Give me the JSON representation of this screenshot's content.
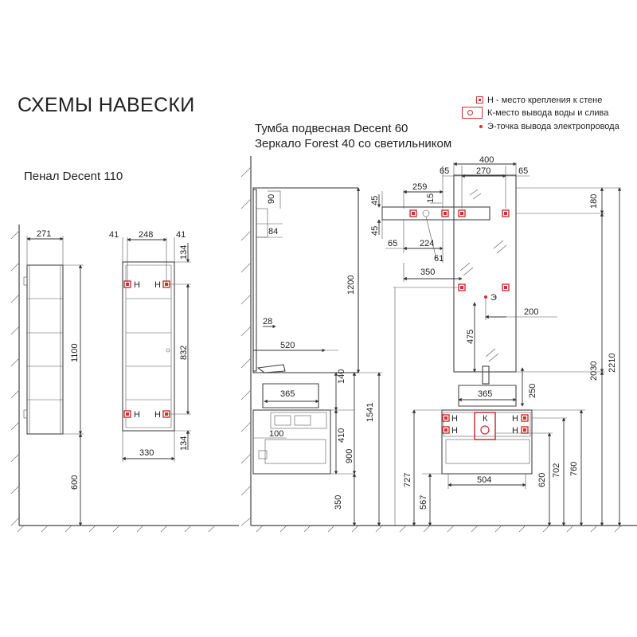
{
  "title": "СХЕМЫ НАВЕСКИ",
  "legend": [
    {
      "symbol": "mount-marker",
      "text": "Н - место крепления к стене"
    },
    {
      "symbol": "water-outlet-marker",
      "text": "К-место вывода воды и слива"
    },
    {
      "symbol": "electrical-point-marker",
      "text": "Э-точка вывода электропровода"
    }
  ],
  "headings": {
    "vanity": "Тумба подвесная Decent 60",
    "mirror": "Зеркало Forest 40 со светильником",
    "cabinet": "Пенал Decent 110"
  },
  "labels": {
    "mount": "Н",
    "water": "К",
    "electric": "Э"
  },
  "colors": {
    "marker": "#d03030",
    "line": "#333333"
  },
  "cabinet_side": {
    "depth": "271",
    "height": "1100",
    "floor_gap": "600"
  },
  "cabinet_front": {
    "left_offset": "41",
    "hole_spacing": "248",
    "right_offset": "41",
    "top_offset": "134",
    "vertical_spacing": "832",
    "bottom_offset": "134",
    "width": "330"
  },
  "vanity_side": {
    "mirror_depth_top": "90",
    "mirror_depth_bottom": "84",
    "mirror_height": "1200",
    "mirror_projection": "28",
    "vanity_depth": "520",
    "basin_depth": "365",
    "basin_height": "140",
    "drawer_offset": "100",
    "body_height": "410",
    "total_height": "900",
    "floor_gap": "350",
    "basin_top_height": "1541"
  },
  "vanity_front": {
    "mirror_width": "400",
    "mirror_inset_left": "65",
    "mirror_hole_spacing": "270",
    "mirror_inset_right": "65",
    "mirror_top_offset": "180",
    "socket_offset_x": "259",
    "socket_height": "15",
    "shelf_top": "45",
    "shelf_bottom": "45",
    "shelf_left_gap": "65",
    "shelf_width": "224",
    "socket_inset": "61",
    "mount_spacing": "350",
    "electric_offset": "200",
    "electric_height": "475",
    "basin_width": "504",
    "basin_top_width": "365",
    "mixer_height": "250",
    "mirror_bottom_height": "2030",
    "mirror_top_height": "2210",
    "vanity_top_height": "760",
    "vanity_mount_height": "702",
    "water_height": "620",
    "drawer_height": "567",
    "body_top_height": "727"
  }
}
